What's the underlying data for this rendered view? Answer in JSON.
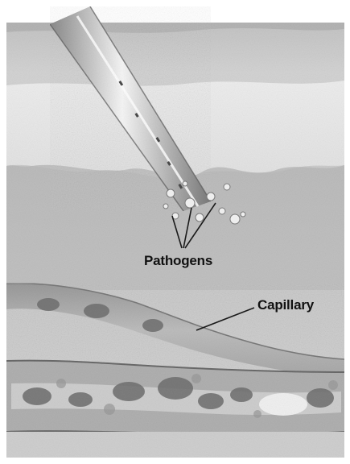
{
  "labels": {
    "pathogens": "Pathogens",
    "capillary": "Capillary"
  },
  "colors": {
    "background": "#ffffff",
    "skin_surface": "#e9e9e9",
    "tissue": "#c4c4c4",
    "capillary_wall": "#8f8f8f",
    "cells": "#6f6f6f",
    "leader_line": "#1a1a1a"
  },
  "icons": [
    "needle-puncture",
    "pathogen-particles",
    "capillary-vessel"
  ]
}
